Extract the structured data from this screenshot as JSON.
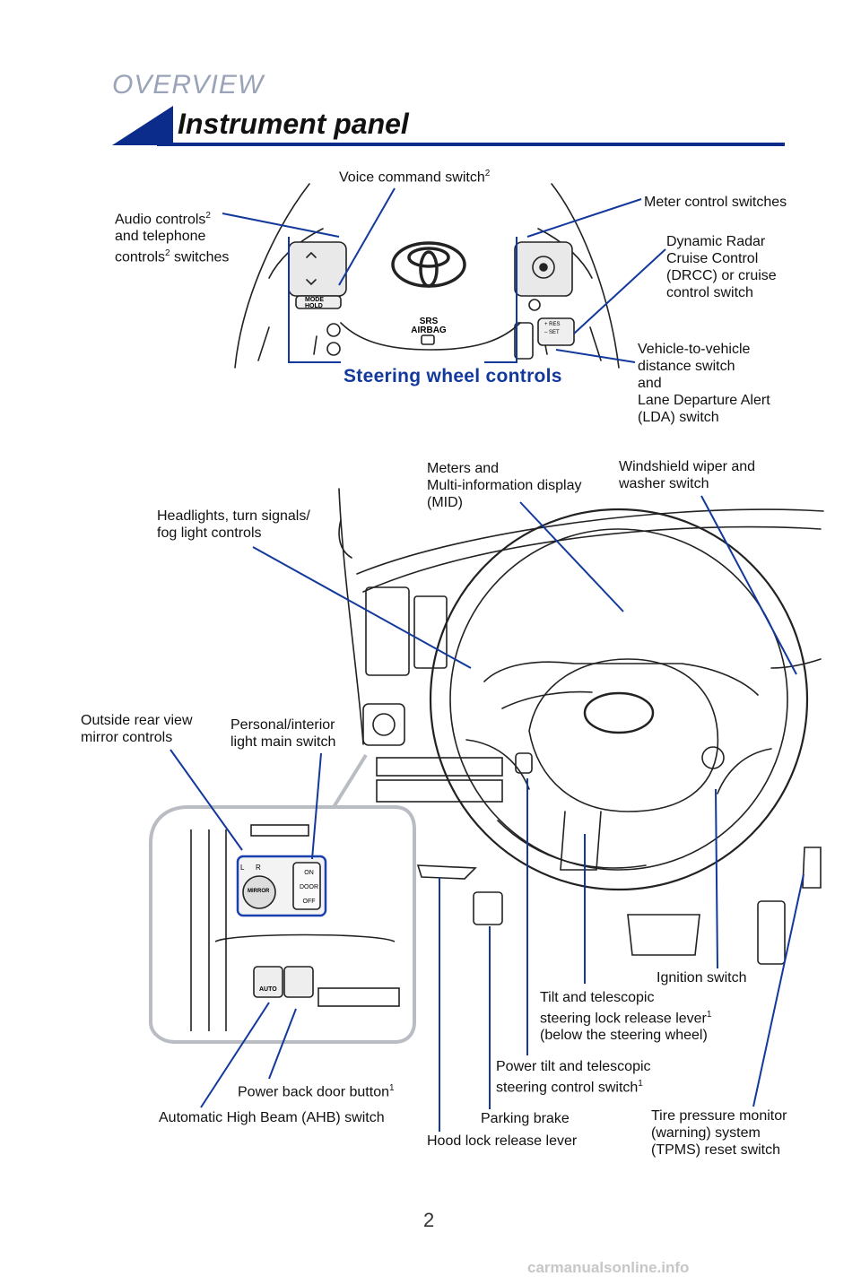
{
  "header": {
    "section": "OVERVIEW",
    "title": "Instrument panel"
  },
  "steering_wheel": {
    "title": "Steering wheel controls",
    "labels": {
      "voice": "Voice command switch",
      "voice_sup": "2",
      "meter": "Meter control switches",
      "audio_line1": "Audio controls",
      "audio_sup1": "2",
      "audio_line2": "and telephone",
      "audio_line3a": "controls",
      "audio_sup2": "2",
      "audio_line3b": " switches",
      "drcc": "Dynamic Radar\nCruise Control\n(DRCC) or cruise\ncontrol switch",
      "distance": "Vehicle-to-vehicle\ndistance switch\nand\nLane Departure Alert\n(LDA) switch"
    },
    "button_text": {
      "mode": "MODE",
      "hold": "HOLD",
      "srs": "SRS",
      "airbag": "AIRBAG",
      "res": "+ RES",
      "set": "– SET"
    }
  },
  "dashboard": {
    "labels": {
      "meters": "Meters and\nMulti-information display\n(MID)",
      "wiper": "Windshield wiper and\nwasher switch",
      "headlights": "Headlights, turn signals/\nfog light controls",
      "mirror": "Outside rear view\nmirror controls",
      "personal": "Personal/interior\nlight main switch",
      "ignition": "Ignition switch",
      "tilt_line1": "Tilt and telescopic",
      "tilt_line2a": "steering lock release lever",
      "tilt_sup": "1",
      "tilt_line3": "(below the steering wheel)",
      "power_tilt_line1": "Power tilt and telescopic",
      "power_tilt_line2a": "steering control switch",
      "power_tilt_sup": "1",
      "back_door": "Power back door button",
      "back_door_sup": "1",
      "ahb": "Automatic High Beam (AHB) switch",
      "parking": "Parking brake",
      "hood": "Hood lock release lever",
      "tpms": "Tire pressure monitor\n(warning) system\n(TPMS) reset switch"
    },
    "inset_text": {
      "l": "L",
      "r": "R",
      "mirror": "MIRROR",
      "on": "ON",
      "door": "DOOR",
      "off": "OFF",
      "auto": "AUTO"
    }
  },
  "footer": {
    "page_number": "2",
    "watermark": "carmanualsonline.info"
  },
  "colors": {
    "accent": "#0c2c8c",
    "leader": "#12399b"
  }
}
